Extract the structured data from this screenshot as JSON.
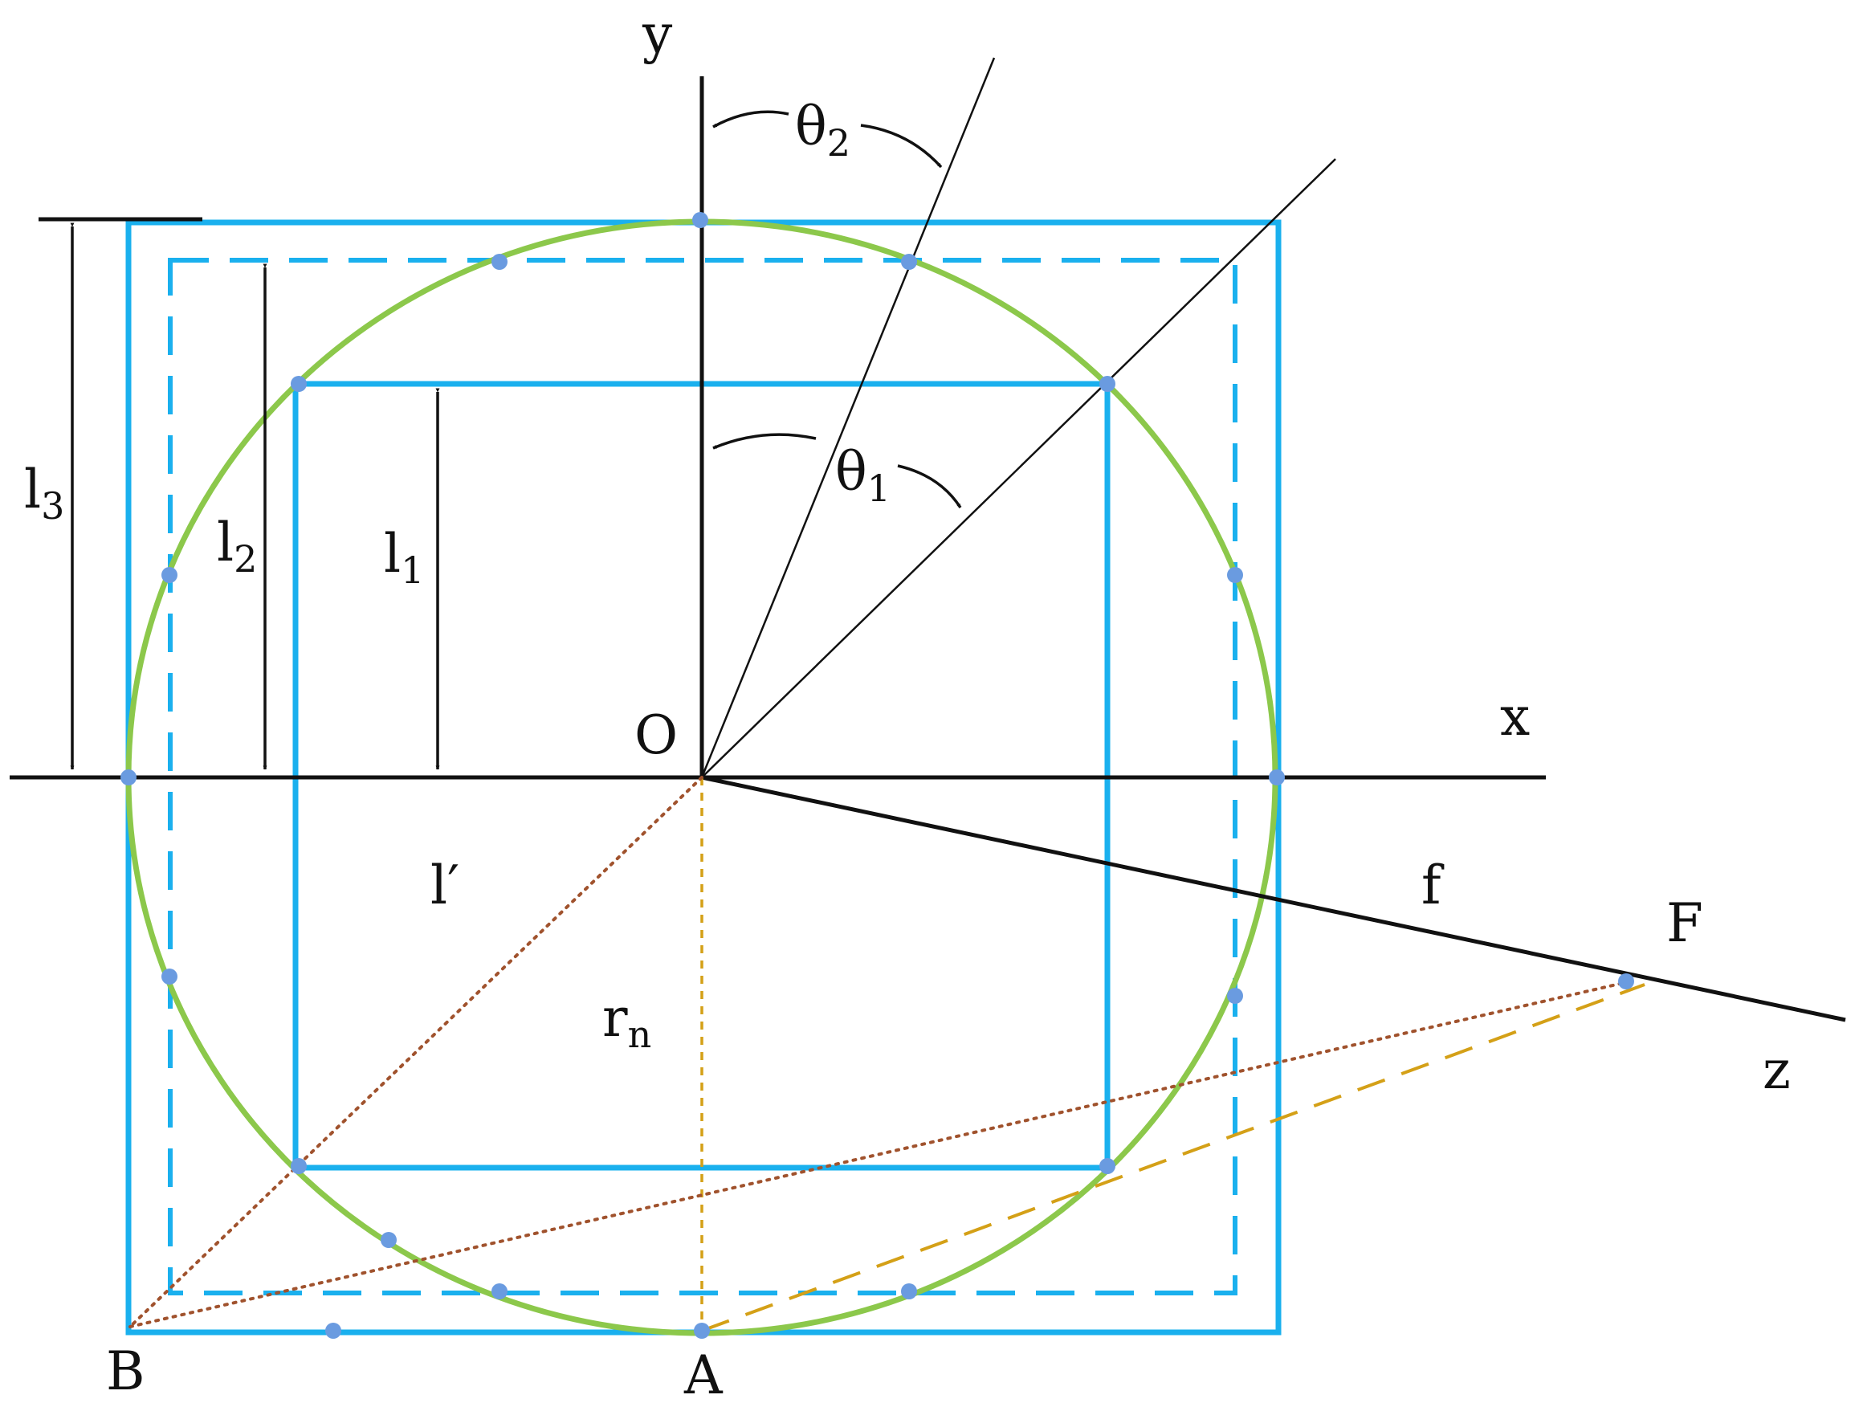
{
  "labels": {
    "y_axis": "y",
    "x_axis": "x",
    "z_axis": "z",
    "origin": "O",
    "point_a": "A",
    "point_b": "B",
    "point_f": "F",
    "focal_length": "f",
    "l_prime": "l′",
    "r": "r",
    "r_sub": "n",
    "l": "l",
    "l1_sub": "1",
    "l2_sub": "2",
    "l3_sub": "3",
    "theta": "θ",
    "theta1_sub": "1",
    "theta2_sub": "2"
  },
  "colors": {
    "square": "#1ab0ee",
    "circle": "#8cc84b",
    "node": "#6a9be0",
    "dotted_ray": "#a0522d",
    "dashed_ray": "#d4a017",
    "axis": "#111111"
  }
}
